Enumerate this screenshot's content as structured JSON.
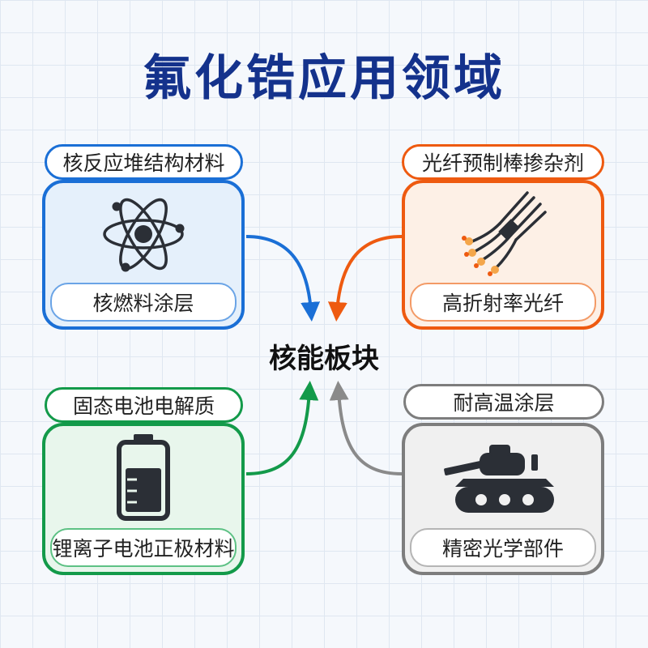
{
  "title": "氟化锆应用领域",
  "center": "核能板块",
  "colors": {
    "title": "#14328c",
    "blue": "#1a6fd6",
    "orange": "#ee5a10",
    "green": "#139a4a",
    "gray": "#7d7d7d"
  },
  "panels": {
    "top_left": {
      "tag": "核反应堆结构材料",
      "sub": "核燃料涂层",
      "icon": "atom-icon"
    },
    "top_right": {
      "tag": "光纤预制棒掺杂剂",
      "sub": "高折射率光纤",
      "icon": "optical-fiber-icon"
    },
    "bottom_left": {
      "tag": "固态电池电解质",
      "sub": "锂离子电池正极材料",
      "icon": "battery-icon"
    },
    "bottom_right": {
      "tag": "耐高温涂层",
      "sub": "精密光学部件",
      "icon": "tank-icon"
    }
  }
}
